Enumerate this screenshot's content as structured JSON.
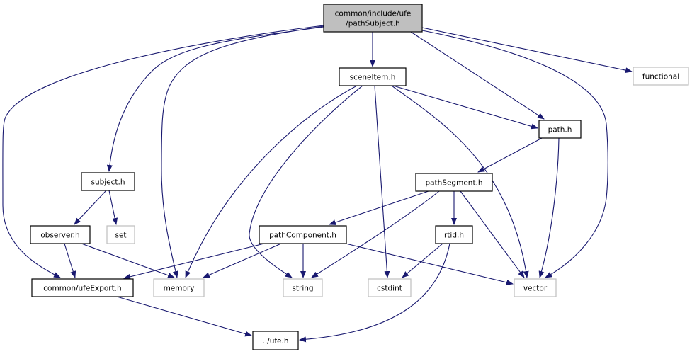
{
  "title": "common/include/ufe/pathSubject.h include dependency graph",
  "colors": {
    "edge": "#191970",
    "root_fill": "#bfbfbf",
    "root_border": "#000000",
    "doc_fill": "#ffffff",
    "doc_border": "#000000",
    "ext_fill": "#ffffff",
    "ext_border": "#bfbfbf"
  },
  "nodes": [
    {
      "id": "root",
      "kind": "root",
      "lines": [
        "common/include/ufe",
        "/pathSubject.h"
      ]
    },
    {
      "id": "sceneItem",
      "kind": "doc",
      "lines": [
        "sceneItem.h"
      ]
    },
    {
      "id": "functional",
      "kind": "ext",
      "lines": [
        "functional"
      ]
    },
    {
      "id": "path",
      "kind": "doc",
      "lines": [
        "path.h"
      ]
    },
    {
      "id": "subject",
      "kind": "doc",
      "lines": [
        "subject.h"
      ]
    },
    {
      "id": "pathSegment",
      "kind": "doc",
      "lines": [
        "pathSegment.h"
      ]
    },
    {
      "id": "observer",
      "kind": "doc",
      "lines": [
        "observer.h"
      ]
    },
    {
      "id": "set",
      "kind": "ext",
      "lines": [
        "set"
      ]
    },
    {
      "id": "pathComponent",
      "kind": "doc",
      "lines": [
        "pathComponent.h"
      ]
    },
    {
      "id": "rtid",
      "kind": "doc",
      "lines": [
        "rtid.h"
      ]
    },
    {
      "id": "ufeExport",
      "kind": "doc",
      "lines": [
        "common/ufeExport.h"
      ]
    },
    {
      "id": "memory",
      "kind": "ext",
      "lines": [
        "memory"
      ]
    },
    {
      "id": "string",
      "kind": "ext",
      "lines": [
        "string"
      ]
    },
    {
      "id": "cstdint",
      "kind": "ext",
      "lines": [
        "cstdint"
      ]
    },
    {
      "id": "vector",
      "kind": "ext",
      "lines": [
        "vector"
      ]
    },
    {
      "id": "ufe",
      "kind": "doc",
      "lines": [
        "../ufe.h"
      ]
    }
  ],
  "edges": [
    {
      "from": "root",
      "to": "ufeExport"
    },
    {
      "from": "root",
      "to": "subject"
    },
    {
      "from": "root",
      "to": "memory"
    },
    {
      "from": "root",
      "to": "sceneItem"
    },
    {
      "from": "root",
      "to": "path"
    },
    {
      "from": "root",
      "to": "functional"
    },
    {
      "from": "root",
      "to": "vector"
    },
    {
      "from": "sceneItem",
      "to": "memory"
    },
    {
      "from": "sceneItem",
      "to": "string"
    },
    {
      "from": "sceneItem",
      "to": "cstdint"
    },
    {
      "from": "sceneItem",
      "to": "path"
    },
    {
      "from": "sceneItem",
      "to": "vector"
    },
    {
      "from": "path",
      "to": "pathSegment"
    },
    {
      "from": "path",
      "to": "vector"
    },
    {
      "from": "subject",
      "to": "observer"
    },
    {
      "from": "subject",
      "to": "set"
    },
    {
      "from": "observer",
      "to": "ufeExport"
    },
    {
      "from": "observer",
      "to": "memory"
    },
    {
      "from": "pathSegment",
      "to": "pathComponent"
    },
    {
      "from": "pathSegment",
      "to": "string"
    },
    {
      "from": "pathSegment",
      "to": "rtid"
    },
    {
      "from": "pathSegment",
      "to": "vector"
    },
    {
      "from": "pathComponent",
      "to": "ufeExport"
    },
    {
      "from": "pathComponent",
      "to": "memory"
    },
    {
      "from": "pathComponent",
      "to": "string"
    },
    {
      "from": "pathComponent",
      "to": "vector"
    },
    {
      "from": "rtid",
      "to": "cstdint"
    },
    {
      "from": "rtid",
      "to": "ufe"
    },
    {
      "from": "ufeExport",
      "to": "ufe"
    }
  ]
}
